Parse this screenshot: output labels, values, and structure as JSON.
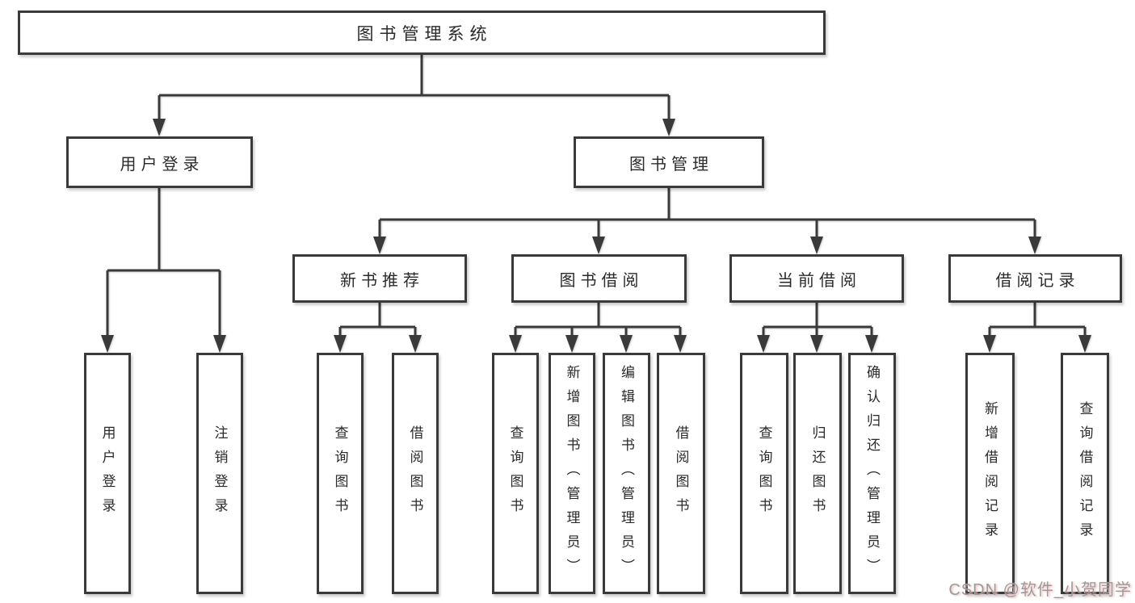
{
  "colors": {
    "background": "#ffffff",
    "line": "#3a3a3a",
    "box_border": "#3a3a3a",
    "text": "#2a2a2a",
    "watermark": "#9b9b9b",
    "watermark_shadow": "#f5bcbc"
  },
  "diagram": {
    "root": {
      "label": "图书管理系统"
    },
    "branches": [
      {
        "label": "用户登录",
        "children": [
          {
            "label": "用户登录"
          },
          {
            "label": "注销登录"
          }
        ]
      },
      {
        "label": "图书管理",
        "children": [
          {
            "label": "新书推荐",
            "children": [
              {
                "label": "查询图书"
              },
              {
                "label": "借阅图书"
              }
            ]
          },
          {
            "label": "图书借阅",
            "children": [
              {
                "label": "查询图书"
              },
              {
                "label": "新增图书（管理员）"
              },
              {
                "label": "编辑图书（管理员）"
              },
              {
                "label": "借阅图书"
              }
            ]
          },
          {
            "label": "当前借阅",
            "children": [
              {
                "label": "查询图书"
              },
              {
                "label": "归还图书"
              },
              {
                "label": "确认归还（管理员）"
              }
            ]
          },
          {
            "label": "借阅记录",
            "children": [
              {
                "label": "新增借阅记录"
              },
              {
                "label": "查询借阅记录"
              }
            ]
          }
        ]
      }
    ]
  },
  "watermark": {
    "text": "CSDN @软件_小贺同学"
  }
}
